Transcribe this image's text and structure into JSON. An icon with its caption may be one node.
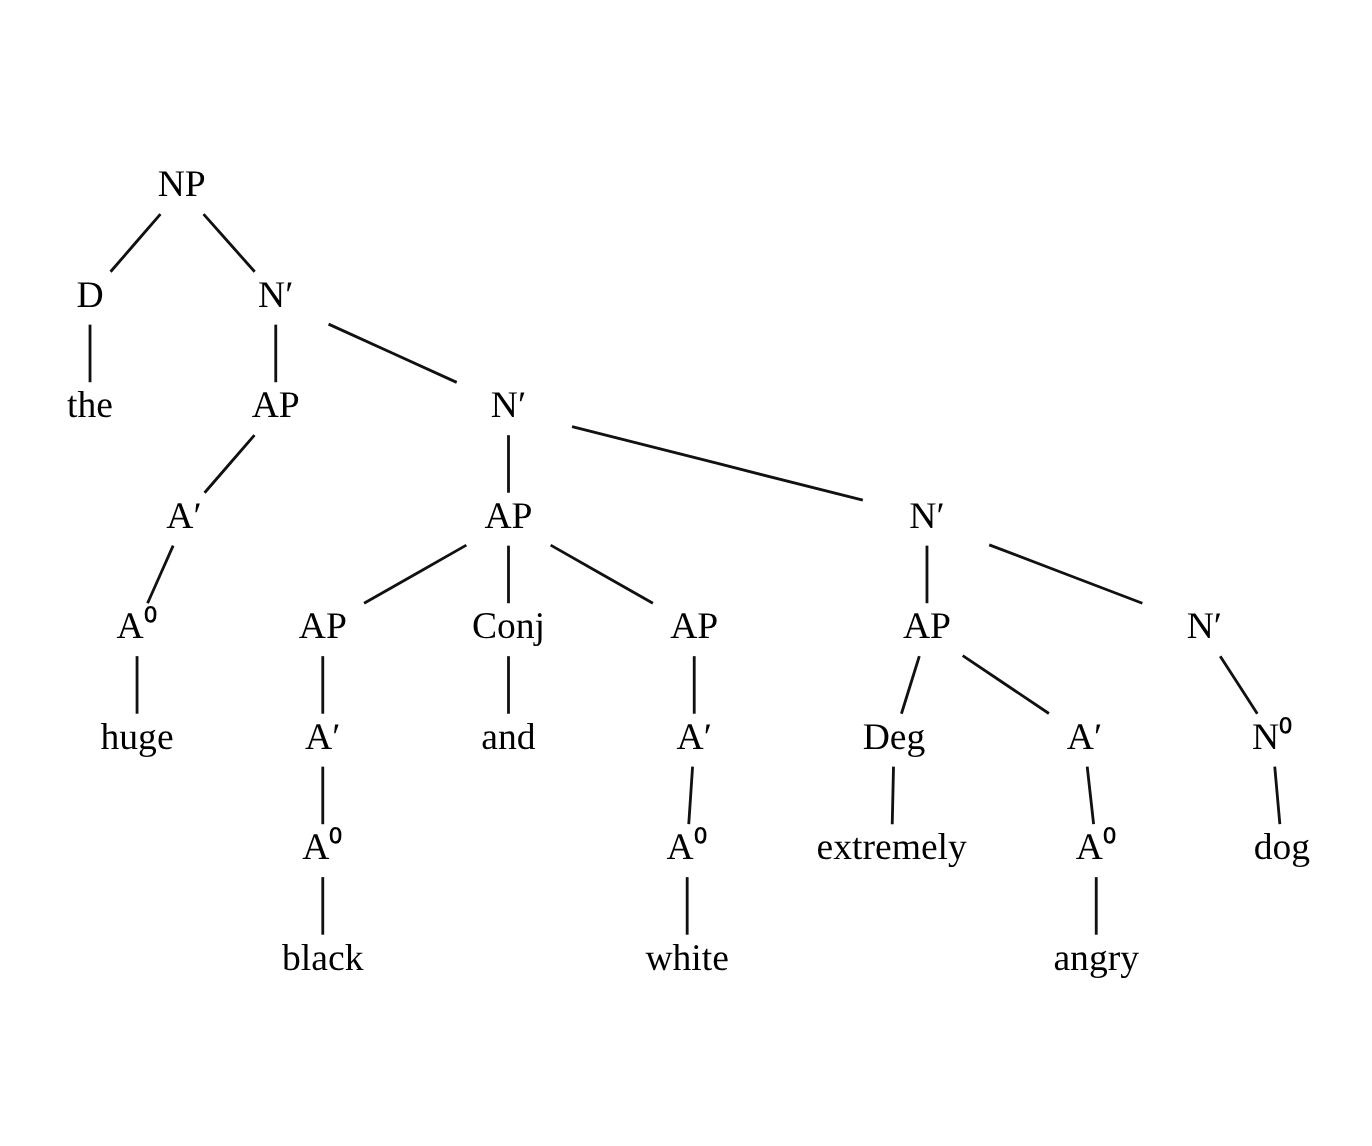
{
  "diagram": {
    "nodes": [
      {
        "text": [
          "NP"
        ]
      },
      {
        "text": [
          "D"
        ]
      },
      {
        "text": [
          "N′"
        ]
      },
      {
        "text": [
          "the"
        ]
      },
      {
        "text": [
          "AP"
        ]
      },
      {
        "text": [
          "N′"
        ]
      },
      {
        "text": [
          "A′"
        ]
      },
      {
        "text": [
          "AP"
        ]
      },
      {
        "text": [
          "N′"
        ]
      },
      {
        "text": [
          "A⁰"
        ]
      },
      {
        "text": [
          "AP"
        ]
      },
      {
        "text": [
          "Conj"
        ]
      },
      {
        "text": [
          "AP"
        ]
      },
      {
        "text": [
          "AP"
        ]
      },
      {
        "text": [
          "N′"
        ]
      },
      {
        "text": [
          "huge"
        ]
      },
      {
        "text": [
          "A′"
        ]
      },
      {
        "text": [
          "and"
        ]
      },
      {
        "text": [
          "A′"
        ]
      },
      {
        "text": [
          "Deg"
        ]
      },
      {
        "text": [
          "A′"
        ]
      },
      {
        "text": [
          "N⁰"
        ]
      },
      {
        "text": [
          "A⁰"
        ]
      },
      {
        "text": [
          "A⁰"
        ]
      },
      {
        "text": [
          "extremely"
        ]
      },
      {
        "text": [
          "A⁰"
        ]
      },
      {
        "text": [
          "dog"
        ]
      },
      {
        "text": [
          "black"
        ]
      },
      {
        "text": [
          "white"
        ]
      },
      {
        "text": [
          "angry"
        ]
      }
    ],
    "edges": [
      {
        "from": 0,
        "to": 1,
        "arrow": "none"
      },
      {
        "from": 0,
        "to": 2,
        "arrow": "none"
      },
      {
        "from": 1,
        "to": 3,
        "arrow": "none"
      },
      {
        "from": 2,
        "to": 4,
        "arrow": "none"
      },
      {
        "from": 2,
        "to": 5,
        "arrow": "none"
      },
      {
        "from": 4,
        "to": 6,
        "arrow": "none"
      },
      {
        "from": 5,
        "to": 7,
        "arrow": "none"
      },
      {
        "from": 5,
        "to": 8,
        "arrow": "none"
      },
      {
        "from": 6,
        "to": 9,
        "arrow": "none"
      },
      {
        "from": 7,
        "to": 10,
        "arrow": "none"
      },
      {
        "from": 7,
        "to": 11,
        "arrow": "none"
      },
      {
        "from": 7,
        "to": 12,
        "arrow": "none"
      },
      {
        "from": 8,
        "to": 13,
        "arrow": "none"
      },
      {
        "from": 8,
        "to": 14,
        "arrow": "none"
      },
      {
        "from": 9,
        "to": 15,
        "arrow": "none"
      },
      {
        "from": 10,
        "to": 16,
        "arrow": "none"
      },
      {
        "from": 11,
        "to": 17,
        "arrow": "none"
      },
      {
        "from": 12,
        "to": 18,
        "arrow": "none"
      },
      {
        "from": 13,
        "to": 19,
        "arrow": "none"
      },
      {
        "from": 13,
        "to": 20,
        "arrow": "none"
      },
      {
        "from": 14,
        "to": 21,
        "arrow": "none"
      },
      {
        "from": 16,
        "to": 22,
        "arrow": "none"
      },
      {
        "from": 18,
        "to": 23,
        "arrow": "none"
      },
      {
        "from": 19,
        "to": 24,
        "arrow": "none"
      },
      {
        "from": 20,
        "to": 25,
        "arrow": "none"
      },
      {
        "from": 21,
        "to": 26,
        "arrow": "none"
      },
      {
        "from": 22,
        "to": 27,
        "arrow": "none"
      },
      {
        "from": 23,
        "to": 28,
        "arrow": "none"
      },
      {
        "from": 25,
        "to": 29,
        "arrow": "none"
      }
    ]
  }
}
